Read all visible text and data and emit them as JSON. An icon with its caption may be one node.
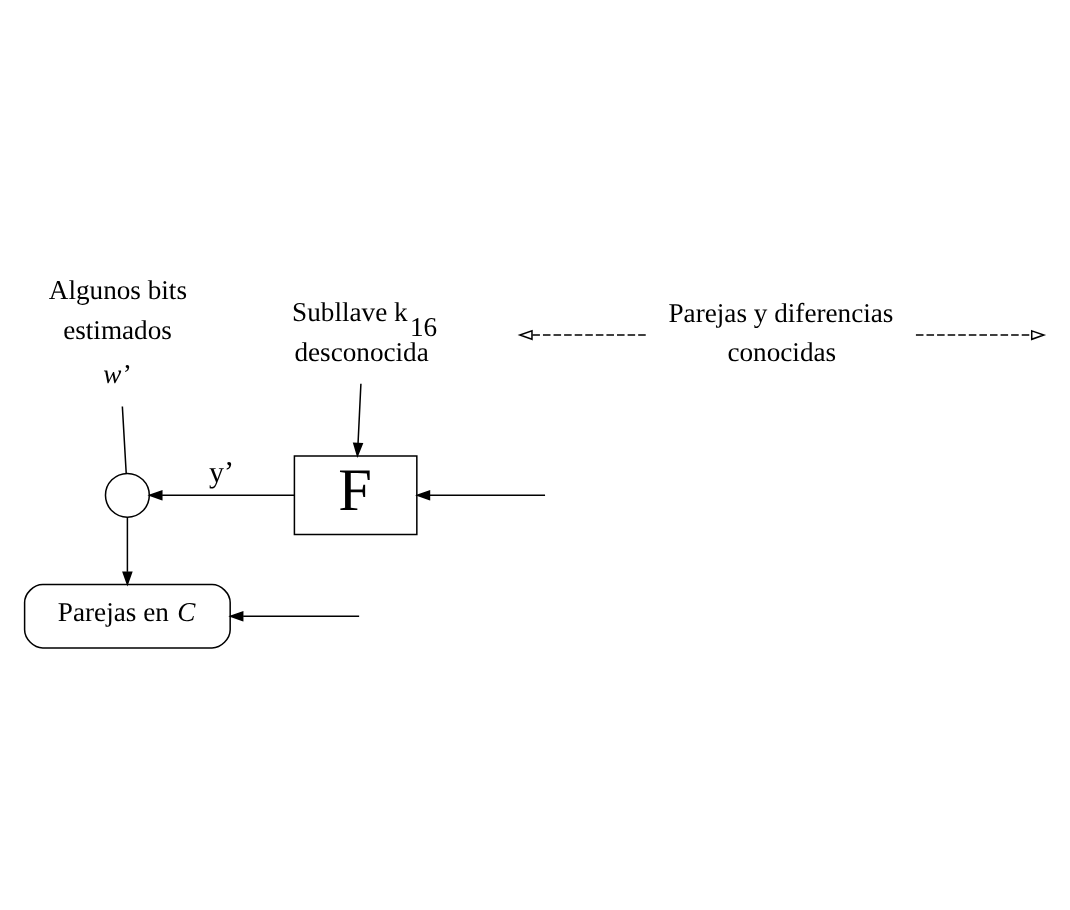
{
  "diagram": {
    "nodes": [
      {
        "text": [
          "Algunos bits estimados",
          "*w*’"
        ]
      },
      {
        "text": [
          "Subllave k$_{16}$ desconocida"
        ]
      },
      {
        "text": [],
        "shape": "circle"
      },
      {
        "text": [
          "F"
        ]
      },
      {
        "text": [
          "Parejas y diferencias conocidas"
        ]
      },
      {
        "text": [
          "Parejas en *C*"
        ]
      }
    ],
    "edges": [
      {
        "from": 2,
        "to": 0,
        "arrow": "none"
      },
      {
        "from": 1,
        "to": 3,
        "arrow": "to"
      },
      {
        "from": 3,
        "to": 2,
        "arrow": "to",
        "label": "y’"
      },
      {
        "from": null,
        "to": 3,
        "arrow": "to"
      },
      {
        "from": 4,
        "to": null,
        "arrow": "to",
        "style": "dashed"
      },
      {
        "from": 4,
        "to": null,
        "arrow": "to",
        "style": "dashed"
      },
      {
        "from": 2,
        "to": 5,
        "arrow": "to"
      },
      {
        "from": null,
        "to": 5,
        "arrow": "to"
      }
    ]
  }
}
